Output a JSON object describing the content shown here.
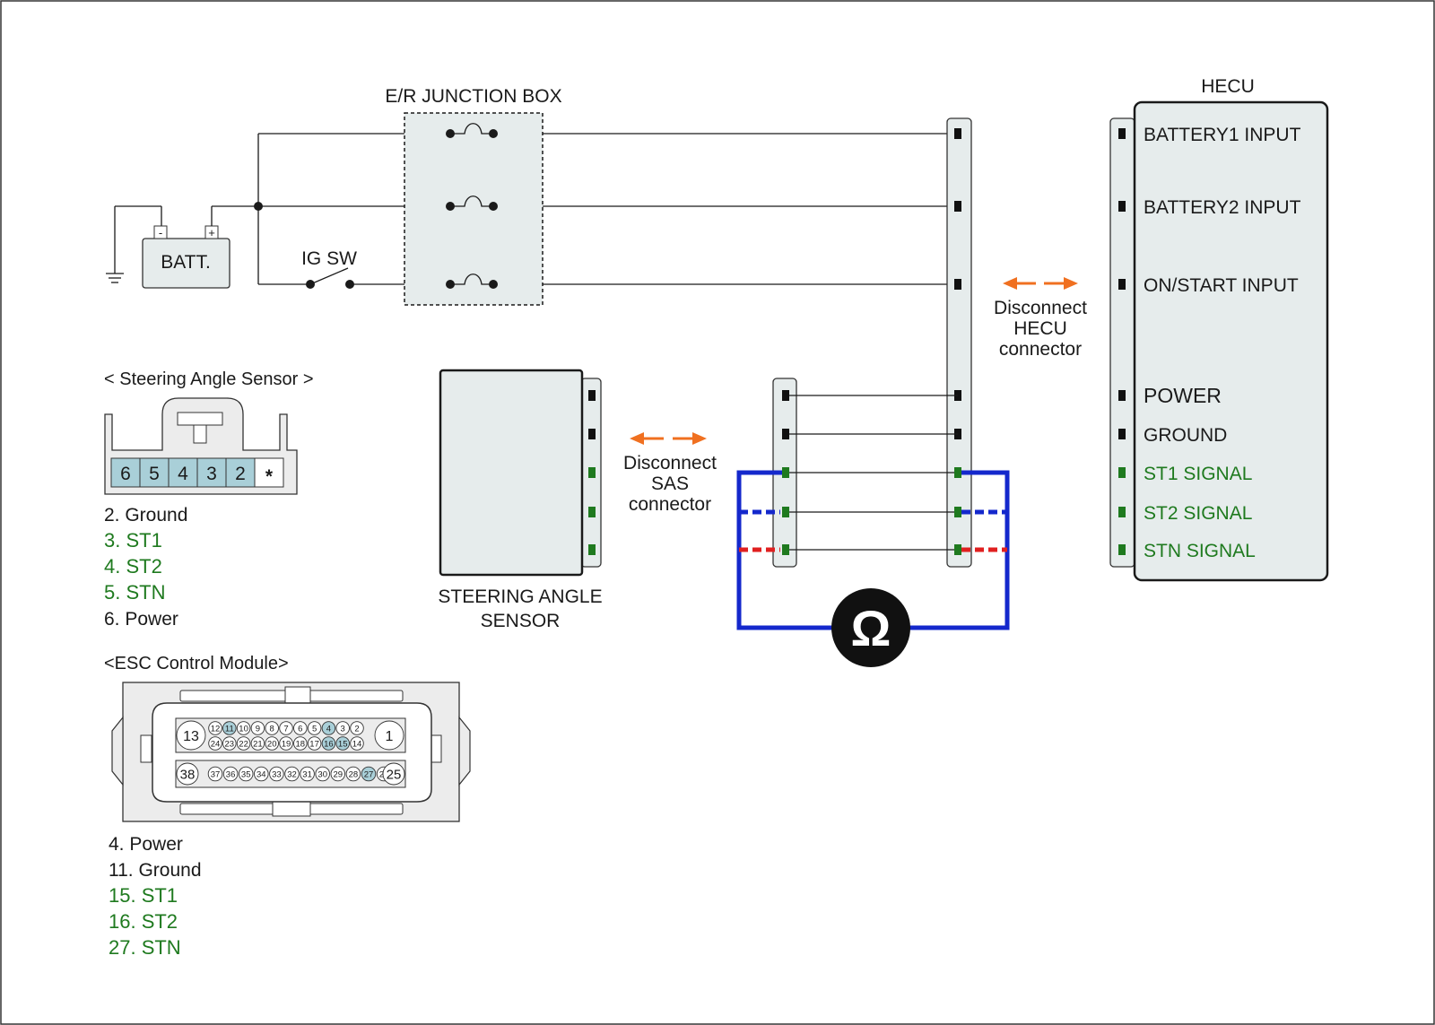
{
  "labels": {
    "junction_box": "E/R JUNCTION BOX",
    "hecu": "HECU",
    "battery": "BATT.",
    "battery_minus": "-",
    "battery_plus": "+",
    "ig_switch": "IG SW",
    "sas_module_line1": "STEERING ANGLE",
    "sas_module_line2": "SENSOR",
    "disconnect_sas_line1": "Disconnect",
    "disconnect_sas_line2": "SAS",
    "disconnect_sas_line3": "connector",
    "disconnect_hecu_line1": "Disconnect",
    "disconnect_hecu_line2": "HECU",
    "disconnect_hecu_line3": "connector",
    "ohm_symbol": "Ω"
  },
  "hecu_pins": [
    {
      "label": "BATTERY1 INPUT",
      "signal": false
    },
    {
      "label": "BATTERY2 INPUT",
      "signal": false
    },
    {
      "label": "ON/START INPUT",
      "signal": false
    },
    {
      "label": "POWER",
      "signal": false
    },
    {
      "label": "GROUND",
      "signal": false
    },
    {
      "label": "ST1 SIGNAL",
      "signal": true
    },
    {
      "label": "ST2 SIGNAL",
      "signal": true
    },
    {
      "label": "STN SIGNAL",
      "signal": true
    }
  ],
  "sas_connector": {
    "title": "< Steering Angle Sensor >",
    "pins": [
      "6",
      "5",
      "4",
      "3",
      "2",
      "*"
    ],
    "legend": [
      {
        "text": "2. Ground",
        "signal": false
      },
      {
        "text": "3. ST1",
        "signal": true
      },
      {
        "text": "4. ST2",
        "signal": true
      },
      {
        "text": "5. STN",
        "signal": true
      },
      {
        "text": "6. Power",
        "signal": false
      }
    ]
  },
  "esc_connector": {
    "title": "<ESC Control Module>",
    "row1_pins": [
      "12",
      "11",
      "10",
      "9",
      "8",
      "7",
      "6",
      "5",
      "4",
      "3",
      "2"
    ],
    "row2_pins": [
      "24",
      "23",
      "22",
      "21",
      "20",
      "19",
      "18",
      "17",
      "16",
      "15",
      "14"
    ],
    "row3_pins": [
      "37",
      "36",
      "35",
      "34",
      "33",
      "32",
      "31",
      "30",
      "29",
      "28",
      "27",
      "26"
    ],
    "pin_13": "13",
    "pin_1": "1",
    "pin_38": "38",
    "pin_25": "25",
    "highlighted_pins": [
      "11",
      "4",
      "16",
      "15",
      "27"
    ],
    "legend": [
      {
        "text": "4. Power",
        "signal": false
      },
      {
        "text": "11. Ground",
        "signal": false
      },
      {
        "text": "15. ST1",
        "signal": true
      },
      {
        "text": "16. ST2",
        "signal": true
      },
      {
        "text": "27. STN",
        "signal": true
      }
    ]
  },
  "colors": {
    "wire": "#1a1a1a",
    "meter_lead": "#1428cc",
    "st2_dash": "#1428cc",
    "stn_dash": "#e02020",
    "signal_green": "#1f7a1f",
    "arrow_orange": "#f07020",
    "panel_fill": "#e6ecec",
    "pin_highlight": "#a9cfd8"
  }
}
